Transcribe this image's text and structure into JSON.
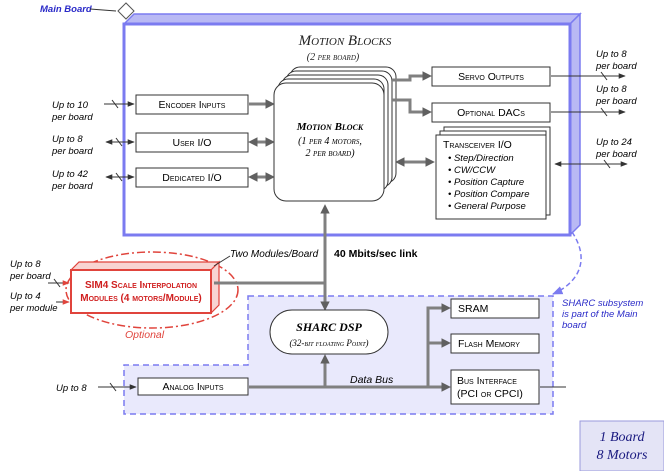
{
  "main_board": {
    "label": "Main Board",
    "title": "Motion Blocks",
    "subtitle": "(2 per board)"
  },
  "motion_block": {
    "title": "Motion Block",
    "line1": "(1 per 4 motors,",
    "line2": "2 per board)"
  },
  "inputs_left": [
    {
      "note1": "Up to 10",
      "note2": "per board",
      "label": "Encoder Inputs"
    },
    {
      "note1": "Up to 8",
      "note2": "per board",
      "label": "User I/O"
    },
    {
      "note1": "Up to 42",
      "note2": "per board",
      "label": "Dedicated I/O"
    }
  ],
  "outputs_right": [
    {
      "label": "Servo Outputs",
      "note1": "Up to 8",
      "note2": "per board"
    },
    {
      "label": "Optional DACs",
      "note1": "Up to 8",
      "note2": "per board"
    }
  ],
  "transceiver": {
    "title": "Transceiver I/O",
    "items": [
      "Step/Direction",
      "CW/CCW",
      "Position Capture",
      "Position Compare",
      "General Purpose"
    ],
    "note1": "Up to 24",
    "note2": "per board"
  },
  "link": {
    "label": "40 Mbits/sec link"
  },
  "sim4": {
    "line1": "SIM4 Scale Interpolation",
    "line2": "Modules (4 motors/Module)",
    "modules_note": "Two Modules/Board",
    "optional": "Optional",
    "note_a1": "Up to 8",
    "note_a2": "per board",
    "note_b1": "Up to 4",
    "note_b2": "per module"
  },
  "sharc": {
    "title": "SHARC DSP",
    "subtitle": "(32-bit floating Point)",
    "subsystem_note": [
      "SHARC subsystem",
      "is part of the Main",
      "board"
    ]
  },
  "memory": {
    "sram": "SRAM",
    "flash": "Flash Memory"
  },
  "bus_interface": {
    "line1": "Bus Interface",
    "line2": "(PCI or CPCI)"
  },
  "data_bus": {
    "label": "Data Bus"
  },
  "analog": {
    "note": "Up to 8",
    "label": "Analog Inputs"
  },
  "summary": {
    "line1": "1 Board",
    "line2": "8 Motors"
  },
  "colors": {
    "board_border": "#7b7bf0",
    "board_shadow": "#b9b9f4",
    "sharc_fill": "#e9e9fc",
    "optional_red": "#e0443c",
    "summary_fill": "#e4e4f6",
    "link_gray": "#808080"
  }
}
